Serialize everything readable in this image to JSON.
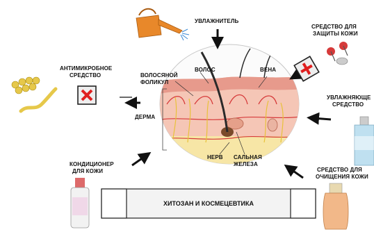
{
  "labels": {
    "moisturizer": "УВЛАЖНИТЕЛЬ",
    "skin_protect_1": "СРЕДСТВО ДЛЯ",
    "skin_protect_2": "ЗАЩИТЫ КОЖИ",
    "antimicrobial_1": "АНТИМИКРОБНОЕ",
    "antimicrobial_2": "СРЕДСТВО",
    "hair_follicle_1": "ВОЛОСЯНОЙ",
    "hair_follicle_2": "ФОЛИКУЛ",
    "hair": "ВОЛОС",
    "vein": "ВЕНА",
    "dermis": "ДЕРМА",
    "moisturizing_agent_1": "УВЛАЖНЯЮЩЕ",
    "moisturizing_agent_2": "СРЕДСТВО",
    "conditioner_1": "КОНДИЦИОНЕР",
    "conditioner_2": "ДЛЯ КОЖИ",
    "nerve": "НЕРВ",
    "sebaceous_1": "САЛЬНАЯ",
    "sebaceous_2": "ЖЕЛЕЗА",
    "cleansing_1": "СРЕДСТВО ДЛЯ",
    "cleansing_2": "ОЧИЩЕНИЯ КОЖИ",
    "banner": "ХИТОЗАН И КОСМЕЦЕВТИКА"
  },
  "icons": {
    "watering_can": "watering-can-icon",
    "bacteria": "bacteria-icon",
    "first_aid": "first-aid-icon",
    "spray_bottle": "spray-bottle-icon",
    "lotion_bottle": "lotion-bottle-icon",
    "cleanser_bottle": "cleanser-bottle-icon"
  },
  "colors": {
    "skin_pink": "#f2b8a8",
    "vessel_red": "#d63a3a",
    "nerve_yellow": "#e8c23a",
    "watering_orange": "#e8882a",
    "bacteria_yellow": "#e6c84a",
    "cross_red": "#e02020"
  }
}
